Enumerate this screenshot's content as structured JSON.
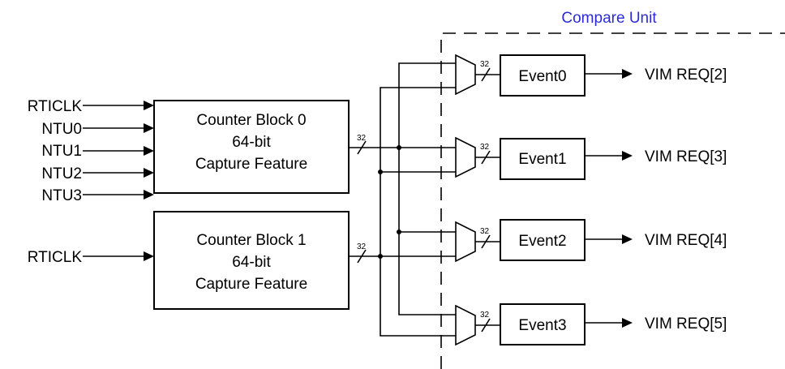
{
  "compare_unit_label": "Compare Unit",
  "bus_width": "32",
  "inputs_block0": [
    "RTICLK",
    "NTU0",
    "NTU1",
    "NTU2",
    "NTU3"
  ],
  "inputs_block1": [
    "RTICLK"
  ],
  "counter_blocks": [
    {
      "line1": "Counter Block 0",
      "line2": "64-bit",
      "line3": "Capture Feature"
    },
    {
      "line1": "Counter Block 1",
      "line2": "64-bit",
      "line3": "Capture Feature"
    }
  ],
  "events": [
    "Event0",
    "Event1",
    "Event2",
    "Event3"
  ],
  "outputs": [
    "VIM REQ[2]",
    "VIM REQ[3]",
    "VIM REQ[4]",
    "VIM REQ[5]"
  ]
}
